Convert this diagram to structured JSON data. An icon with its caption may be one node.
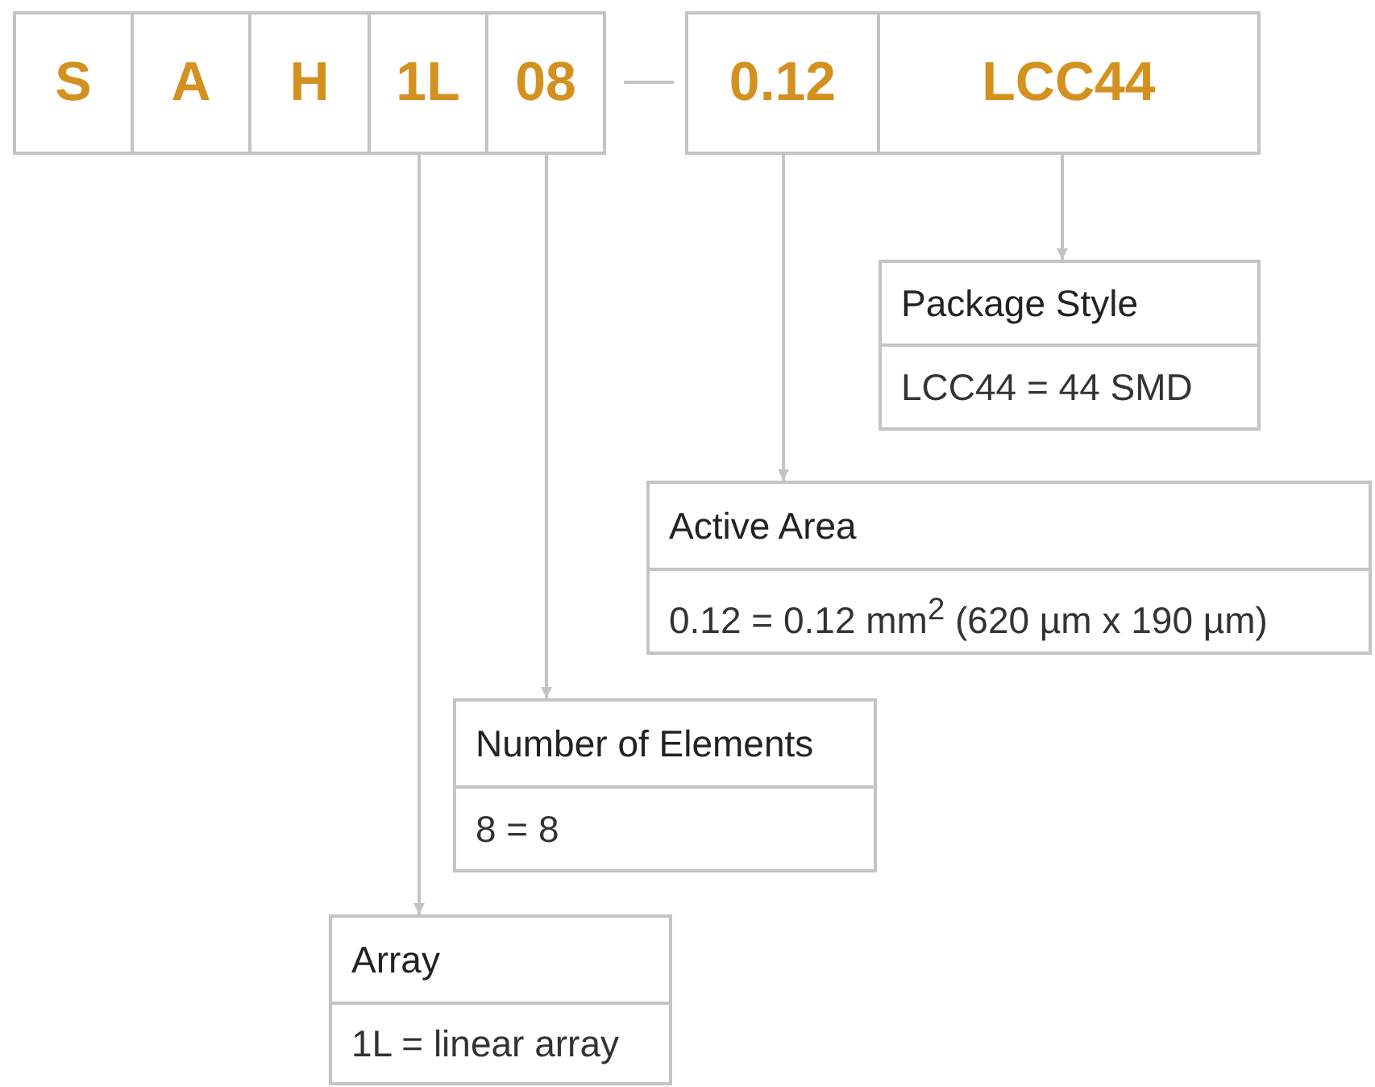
{
  "diagram": {
    "nodes": [
      {
        "text": [
          "S"
        ]
      },
      {
        "text": [
          "A"
        ]
      },
      {
        "text": [
          "H"
        ]
      },
      {
        "text": [
          "1L"
        ]
      },
      {
        "text": [
          "08"
        ]
      },
      {
        "text": [
          "0.12"
        ]
      },
      {
        "text": [
          "LCC44"
        ]
      },
      {
        "text": [
          "Package Style",
          "LCC44 = 44 SMD"
        ]
      },
      {
        "text": [
          "Active Area",
          "0.12 = 0.12 mm$^{2}$ (620 µm x 190 µm)"
        ]
      },
      {
        "text": [
          "Number of Elements",
          "8 = 8"
        ]
      },
      {
        "text": [
          "Array",
          "1L = linear array"
        ]
      }
    ],
    "edges": [
      {
        "from": 6,
        "to": 7,
        "arrow": "to"
      },
      {
        "from": 5,
        "to": 8,
        "arrow": "to"
      },
      {
        "from": 4,
        "to": 9,
        "arrow": "to"
      },
      {
        "from": 3,
        "to": 10,
        "arrow": "to"
      }
    ]
  }
}
